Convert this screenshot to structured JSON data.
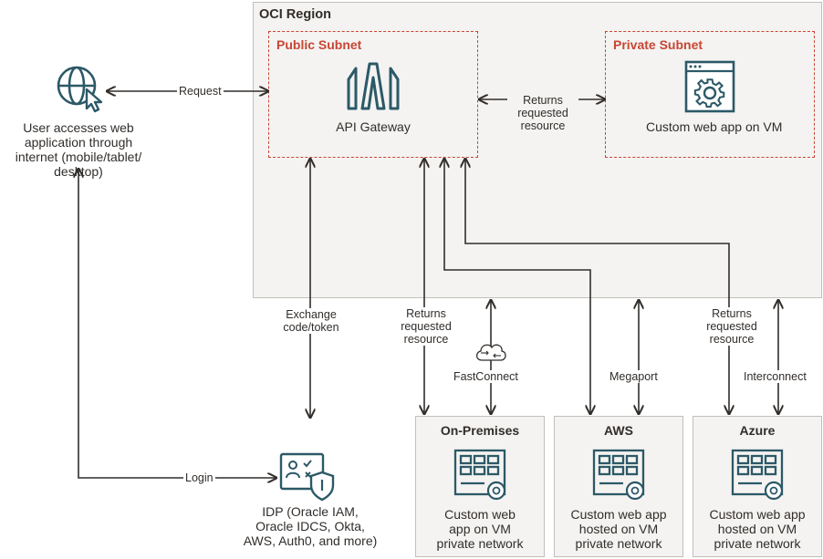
{
  "region": {
    "title": "OCI Region"
  },
  "public_subnet": {
    "title": "Public Subnet",
    "component": "API Gateway"
  },
  "private_subnet": {
    "title": "Private Subnet",
    "component": "Custom web app on VM"
  },
  "user": {
    "label": "User accesses web application through internet (mobile/tablet/ desktop)",
    "lines": [
      "User accesses web",
      "application through",
      "internet (mobile/tablet/",
      "desktop)"
    ]
  },
  "idp": {
    "lines": [
      "IDP (Oracle IAM,",
      "Oracle IDCS, Okta,",
      "AWS, Auth0, and more)"
    ]
  },
  "edges": {
    "request": "Request",
    "returns_private": [
      "Returns",
      "requested",
      "resource"
    ],
    "exchange": [
      "Exchange",
      "code/token"
    ],
    "login": "Login",
    "returns_onprem": [
      "Returns",
      "requested",
      "resource"
    ],
    "fastconnect": "FastConnect",
    "megaport": "Megaport",
    "returns_azure": [
      "Returns",
      "requested",
      "resource"
    ],
    "interconnect": "Interconnect"
  },
  "sites": [
    {
      "title": "On-Premises",
      "lines": [
        "Custom web",
        "app on VM",
        "private network"
      ]
    },
    {
      "title": "AWS",
      "lines": [
        "Custom web app",
        "hosted on VM",
        "private network"
      ]
    },
    {
      "title": "Azure",
      "lines": [
        "Custom web app",
        "hosted on VM",
        "private network"
      ]
    }
  ],
  "colors": {
    "icon_teal": "#2c5967",
    "subnet_border": "#c74634",
    "line": "#312d2a",
    "region_bg": "#f4f3f1"
  }
}
